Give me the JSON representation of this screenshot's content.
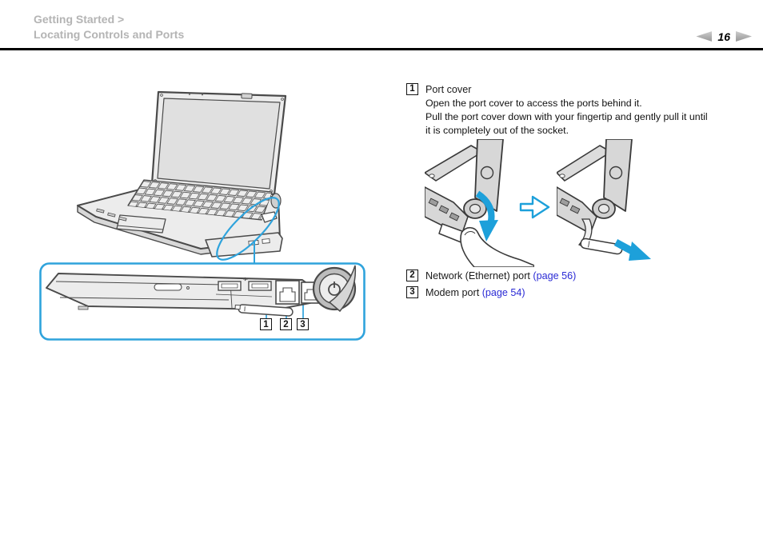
{
  "header": {
    "breadcrumb_line1": "Getting Started >",
    "breadcrumb_line2": "Locating Controls and Ports",
    "page_number": "16"
  },
  "nav_icons": {
    "previous": "left-triangle-icon",
    "next": "right-triangle-icon"
  },
  "figure": {
    "description": "laptop-right-side-ports-callout",
    "callout_icons": [
      "highlight-ellipse",
      "zoom-box",
      "forward-arrow-icon",
      "pull-down-arrow-icon",
      "pull-out-arrow-icon",
      "power-icon",
      "usb-icon"
    ]
  },
  "items": [
    {
      "num": "1",
      "label": "Port cover",
      "desc": [
        "Open the port cover to access the ports behind it.",
        "Pull the port cover down with your fingertip and gently pull it until",
        "it is completely out of the socket."
      ]
    },
    {
      "num": "2",
      "label": "Network (Ethernet) port",
      "link": "(page 56)"
    },
    {
      "num": "3",
      "label": "Modem port",
      "link": "(page 54)"
    }
  ],
  "colors": {
    "accent_blue": "#2FA3DC",
    "arrow_blue": "#1DA0DA",
    "link_blue": "#2B2BD5",
    "breadcrumb_gray": "#B4B4B4"
  }
}
